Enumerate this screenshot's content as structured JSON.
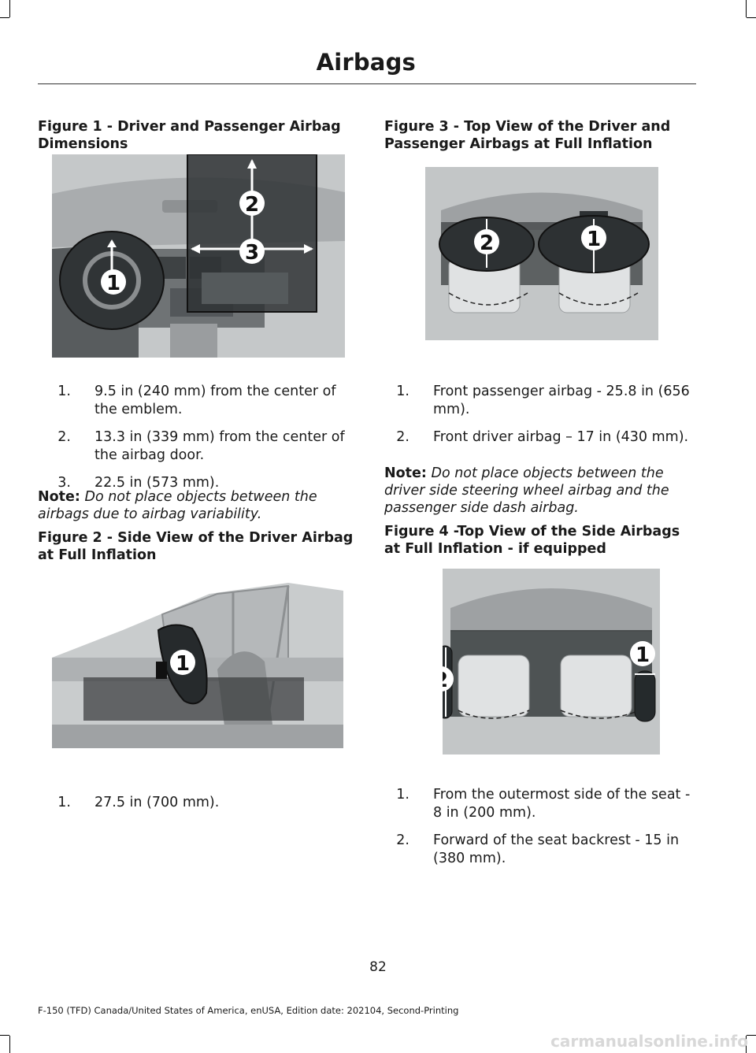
{
  "header": {
    "title": "Airbags"
  },
  "figure1": {
    "title": "Figure 1 - Driver and Passenger Airbag Dimensions",
    "callouts": [
      "1",
      "2",
      "3"
    ],
    "items": [
      {
        "num": "1.",
        "text": "9.5 in (240 mm) from the center of the emblem."
      },
      {
        "num": "2.",
        "text": "13.3 in (339 mm) from the center of the airbag door."
      },
      {
        "num": "3.",
        "text": "22.5 in (573 mm)."
      }
    ],
    "note": {
      "label": "Note:",
      "text": " Do not place objects between the airbags due to airbag variability."
    }
  },
  "figure2": {
    "title": "Figure 2 - Side View of the Driver Airbag at Full Inflation",
    "callouts": [
      "1"
    ],
    "items": [
      {
        "num": "1.",
        "text": "27.5 in (700 mm)."
      }
    ]
  },
  "figure3": {
    "title": "Figure 3 - Top View of the Driver and Passenger Airbags at Full Inflation",
    "callouts": [
      "2",
      "1"
    ],
    "items": [
      {
        "num": "1.",
        "text": "Front passenger airbag - 25.8 in (656 mm)."
      },
      {
        "num": "2.",
        "text": "Front driver airbag – 17 in (430 mm)."
      }
    ],
    "note": {
      "label": "Note:",
      "text": " Do not place objects between the driver side steering wheel airbag and the passenger side dash airbag."
    }
  },
  "figure4": {
    "title": "Figure 4 -Top View of the Side Airbags at Full Inflation - if equipped",
    "callouts": [
      "1",
      "2"
    ],
    "items": [
      {
        "num": "1.",
        "text": "From the outermost side of the seat - 8 in (200 mm)."
      },
      {
        "num": "2.",
        "text": "Forward of the seat backrest - 15 in (380 mm)."
      }
    ]
  },
  "page_number": "82",
  "footer": "F-150 (TFD) Canada/United States of America, enUSA, Edition date: 202104, Second-Printing",
  "watermark": "carmanualsonline.info",
  "colors": {
    "figure_bg": "#c9cccd",
    "shadow": "#3d4042",
    "text": "#1a1a1a"
  }
}
